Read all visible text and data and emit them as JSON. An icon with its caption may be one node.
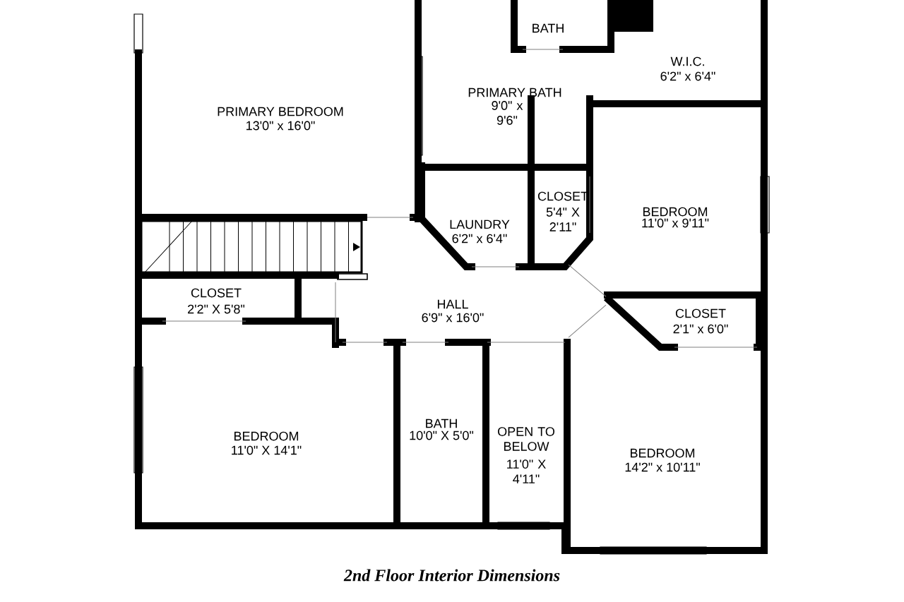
{
  "diagram": {
    "title": "2nd Floor Interior Dimensions",
    "labels": [
      "BATH",
      "W.I.C.",
      "6'2\" x 6'4\"",
      "PRIMARY BATH",
      "9'0\" x 9'6\"",
      "PRIMARY BEDROOM",
      "13'0\" x 16'0\"",
      "CLOSET",
      "5'4\" X 2'11\"",
      "BEDROOM",
      "11'0\" x 9'11\"",
      "LAUNDRY",
      "6'2\" x 6'4\"",
      "CLOSET",
      "2'2\" X 5'8\"",
      "HALL",
      "6'9\" x 16'0\"",
      "CLOSET",
      "2'1\" x 6'0\"",
      "BATH",
      "10'0\" X 5'0\"",
      "OPEN TO BELOW",
      "11'0\" X 4'11\"",
      "BEDROOM",
      "14'2\" x 10'11\"",
      "BEDROOM",
      "11'0\" X 14'1\""
    ]
  }
}
